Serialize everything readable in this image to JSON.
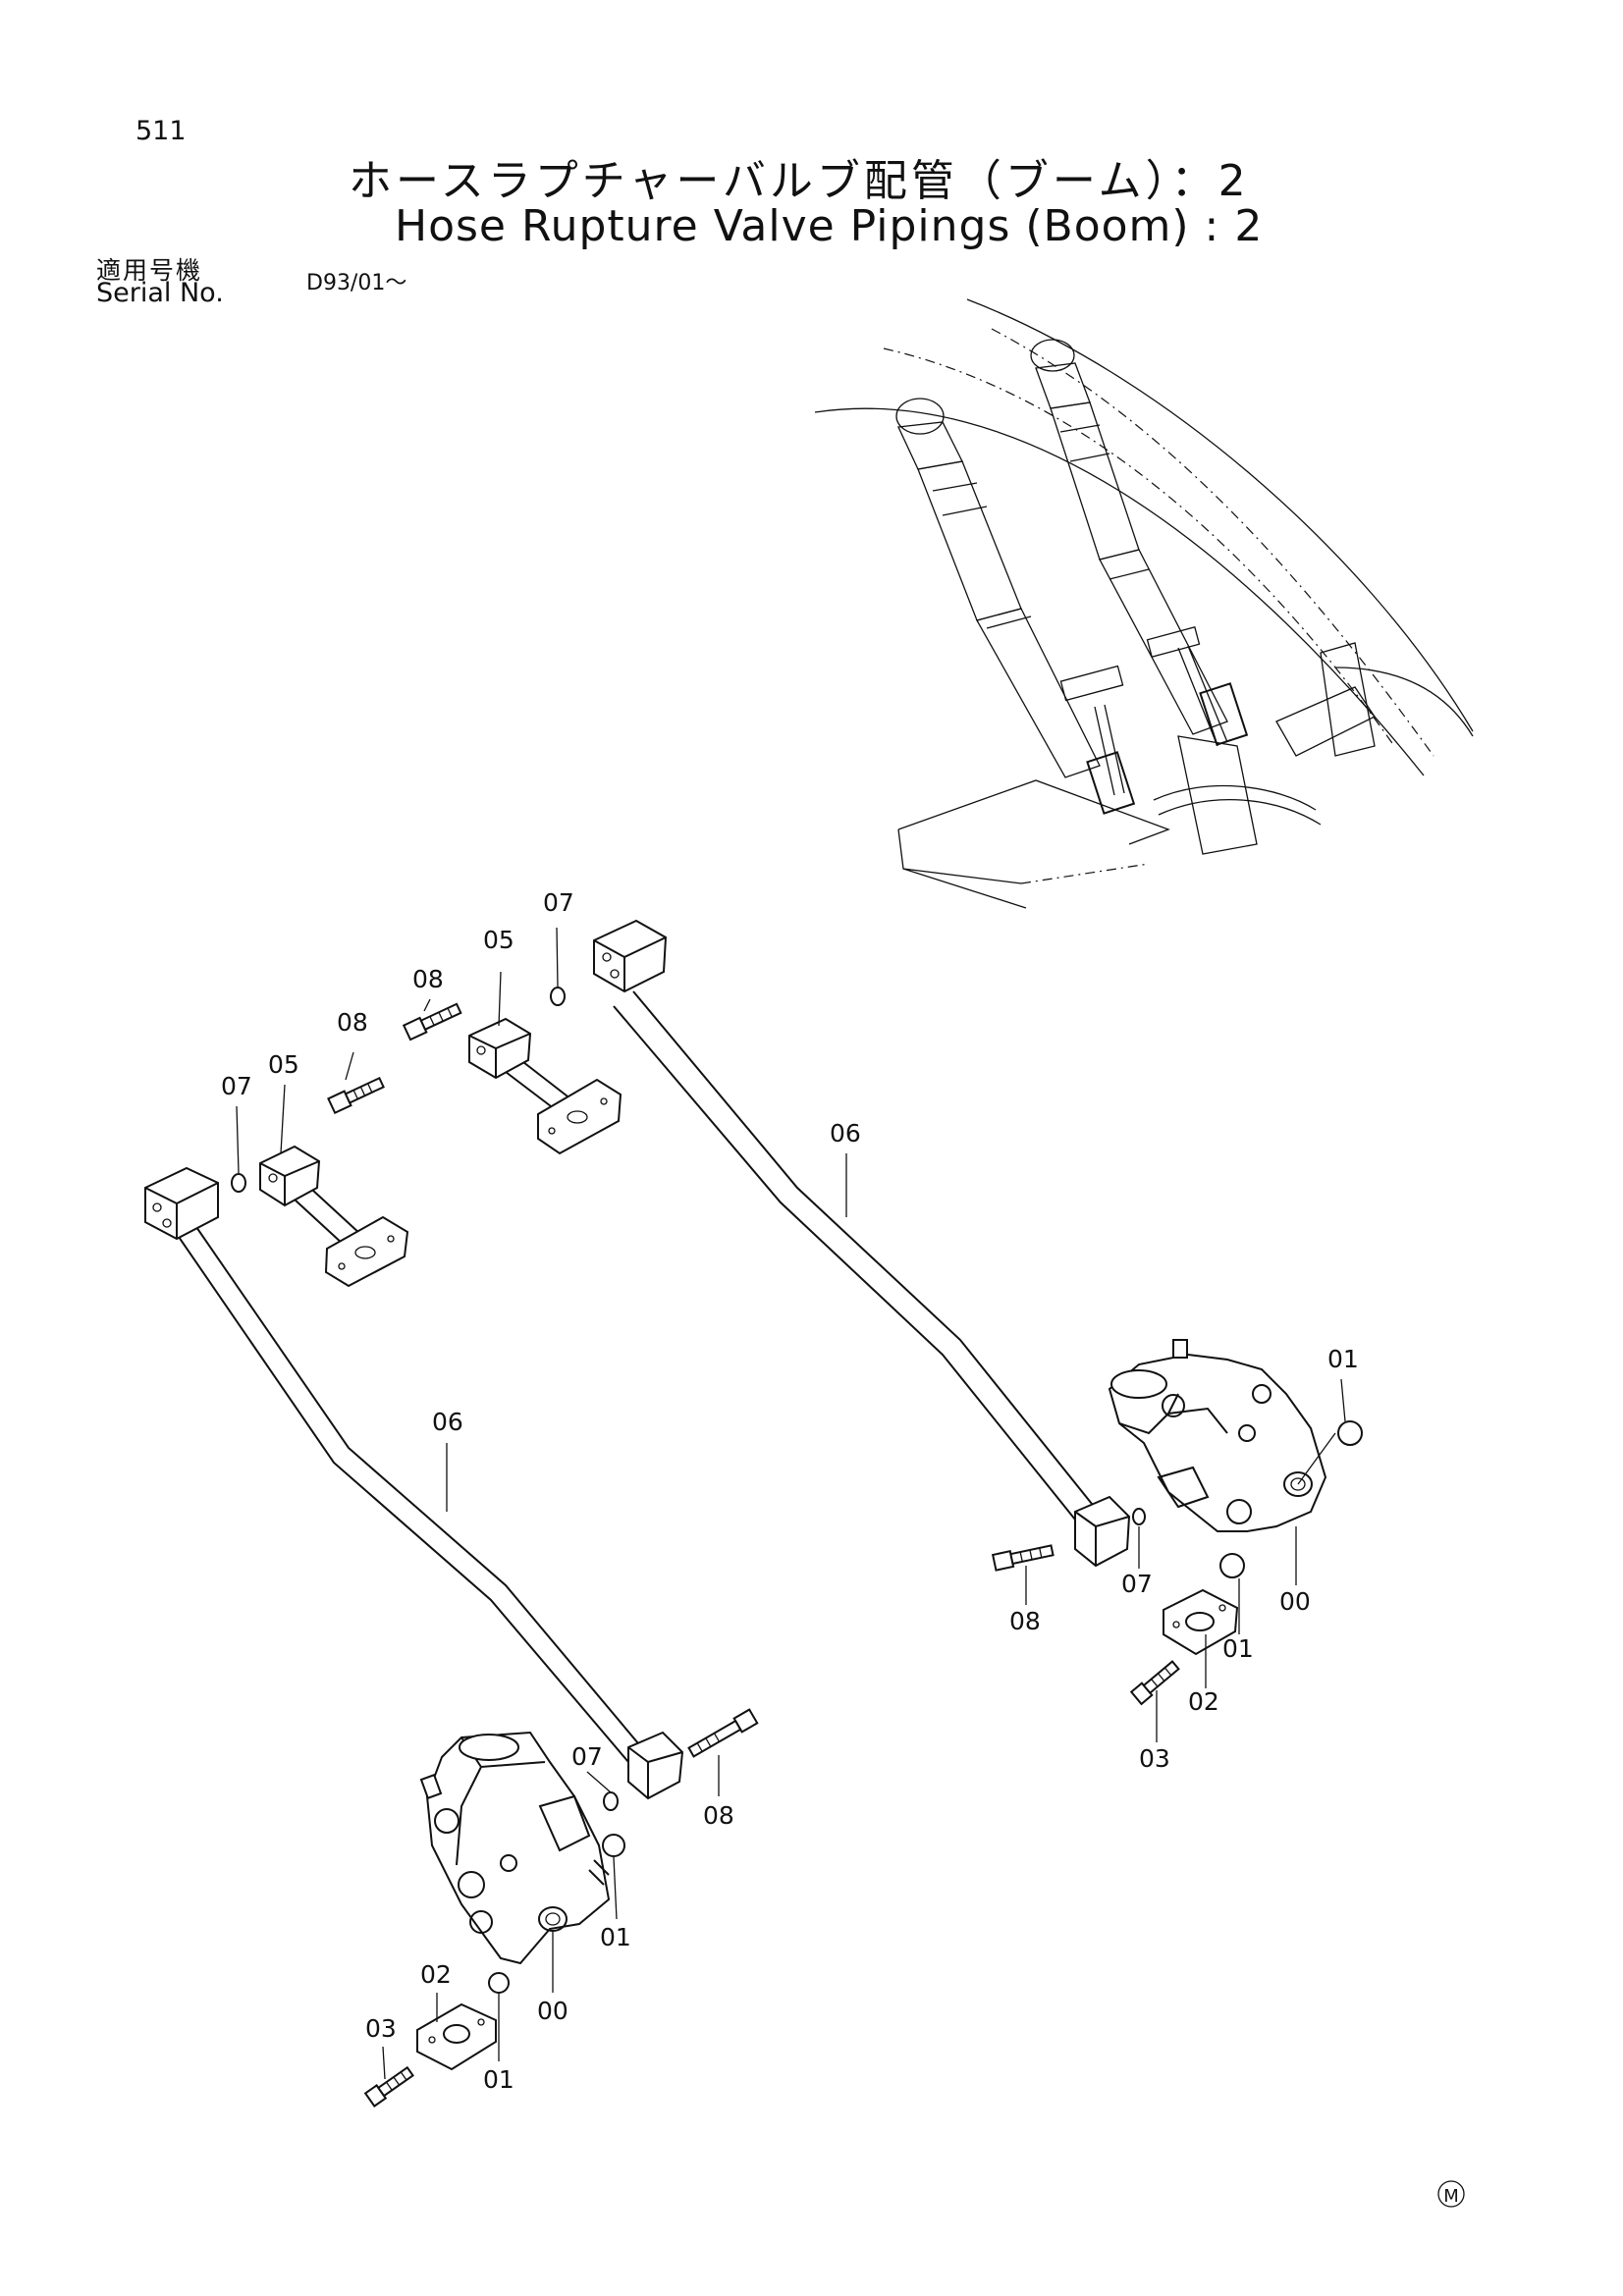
{
  "page": {
    "number": "511",
    "title_jp": "ホースラプチャーバルブ配管（ブーム）：2",
    "title_en": "Hose Rupture Valve Pipings (Boom) : 2",
    "serial_label_jp": "適用号機",
    "serial_label_en": "Serial No.",
    "serial_value": "D93/01～",
    "mark": "M"
  },
  "callouts": {
    "c00a": "00",
    "c00b": "00",
    "c01a": "01",
    "c01b": "01",
    "c01c": "01",
    "c01d": "01",
    "c02a": "02",
    "c02b": "02",
    "c03a": "03",
    "c03b": "03",
    "c05a": "05",
    "c05b": "05",
    "c06a": "06",
    "c06b": "06",
    "c07a": "07",
    "c07b": "07",
    "c07c": "07",
    "c07d": "07",
    "c08a": "08",
    "c08b": "08",
    "c08c": "08",
    "c08d": "08"
  }
}
